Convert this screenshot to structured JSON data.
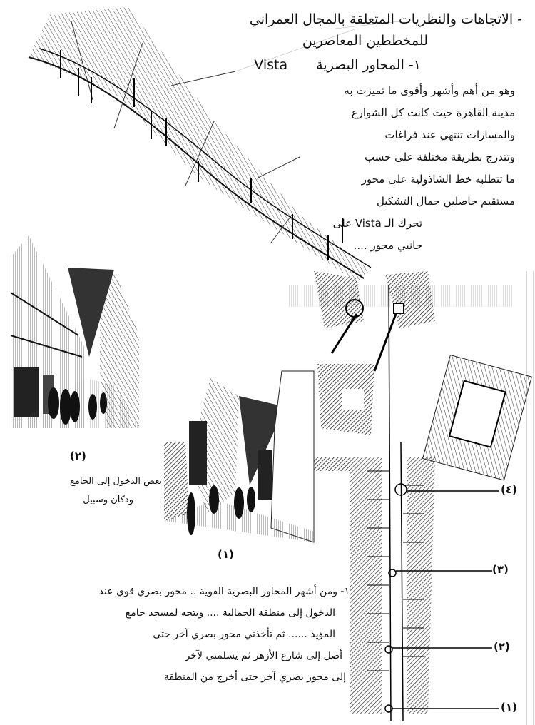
{
  "heading": {
    "line1": "- الاتجاهات والنظريات المتعلقة بالمجال العمراني",
    "line2": "للمخططين المعاصرين",
    "section": "١- المحاور البصرية",
    "section_latin": "Vista"
  },
  "intro_paragraph": [
    "وهو من أهم وأشهر وأقوى ما تميزت به",
    "مدينة القاهرة حيث كانت كل الشوارع",
    "والمسارات تنتهي عند فراغات",
    "وتتدرج بطريقة مختلفة على حسب",
    "ما تتطلبه خط الشاذولية على محور",
    "مستقيم حاصلين جمال التشكيل",
    "تحرك الـ Vista على",
    "جانبي محور ...."
  ],
  "sketch_left": {
    "number": "(٢)",
    "caption": [
      "بعض الدخول إلى الجامع",
      "ودكان وسبيل"
    ]
  },
  "sketch_middle": {
    "number": "(١)"
  },
  "plan_labels": [
    "(٤)",
    "(٣)",
    "(٢)",
    "(١)"
  ],
  "bottom_paragraph": [
    "١- ومن أشهر المحاور البصرية القوية .. محور بصري قوي عند",
    "الدخول إلى منطقة الجمالية .... ويتجه لمسجد جامع",
    "المؤيد ...... ثم تأخذني محور بصري آخر حتى",
    "أصل إلى شارع الأزهر ثم يسلمني لآخر",
    "إلى محور بصري آخر حتى أخرج من المنطقة"
  ]
}
